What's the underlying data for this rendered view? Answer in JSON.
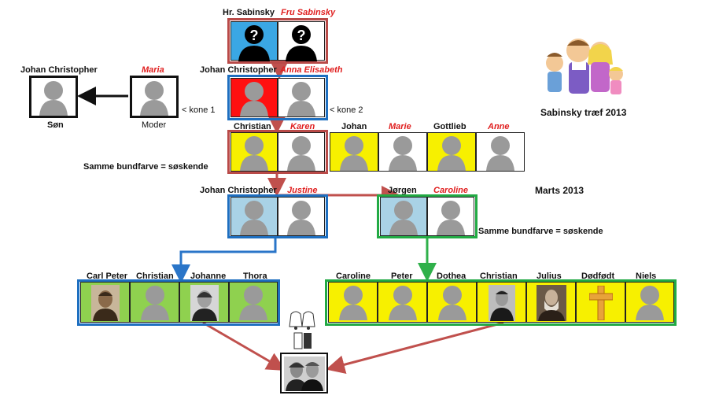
{
  "colors": {
    "blue": "#1e6fc0",
    "red_border": "#b94a48",
    "green": "#22aa44",
    "yellow": "#f7f000",
    "lightgreen": "#8fd14f",
    "lightblue": "#a9d2e6",
    "red": "#ff1010",
    "blue_bg": "#3aa7e4",
    "arrow_red": "#c0504d",
    "arrow_blue": "#2a75c8",
    "arrow_green": "#2fb04a"
  },
  "gen0": {
    "father": "Hr. Sabinsky",
    "mother": "Fru Sabinsky"
  },
  "gen1": {
    "father": "Johan Christopher",
    "mother": "Anna Elisabeth",
    "kone2": "< kone 2",
    "kone1": "< kone 1"
  },
  "side": {
    "mother_name": "Maria",
    "mother_role": "Moder",
    "son_name": "Johan Christopher",
    "son_role": "Søn"
  },
  "gen2": {
    "names": [
      "Christian",
      "Karen",
      "Johan",
      "Marie",
      "Gottlieb",
      "Anne"
    ],
    "note": "Samme bundfarve = søskende"
  },
  "gen3": {
    "left_father": "Johan Christopher",
    "left_mother": "Justine",
    "right_father": "Jørgen",
    "right_mother": "Caroline",
    "date": "Marts 2013",
    "note": "Samme bundfarve = søskende"
  },
  "gen4_left": [
    "Carl Peter",
    "Christian",
    "Johanne",
    "Thora"
  ],
  "gen4_right": [
    "Caroline",
    "Peter",
    "Dothea",
    "Christian",
    "Julius",
    "Dødfødt",
    "Niels"
  ],
  "event": {
    "title": "Sabinsky træf 2013"
  },
  "icons": {
    "unknown": "question-mark-silhouette-icon",
    "placeholder": "person-silhouette-icon",
    "photo": "portrait-photo-icon",
    "cross": "cross-icon",
    "bells": "wedding-bells-icon",
    "couple": "couple-photo-icon",
    "family": "family-cartoon-icon"
  }
}
